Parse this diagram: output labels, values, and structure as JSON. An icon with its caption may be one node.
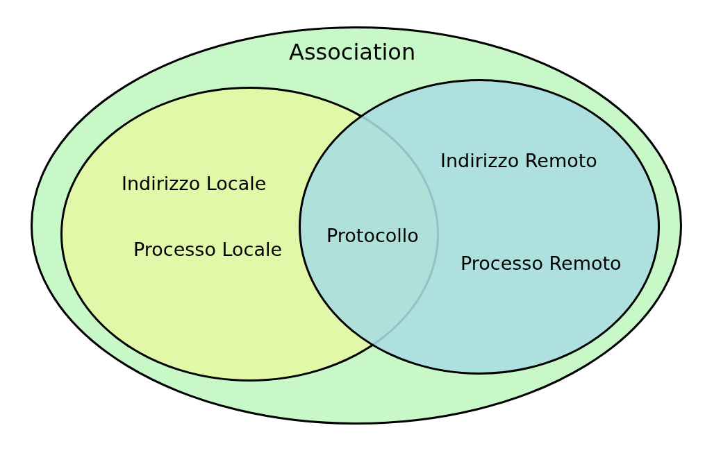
{
  "diagram": {
    "nodes": [
      {
        "text": [
          "Association"
        ]
      },
      {
        "text": [
          "Indirizzo Locale",
          "Processo Locale"
        ],
        "in": 0
      },
      {
        "text": [
          "Indirizzo Remoto",
          "Processo Remoto"
        ],
        "in": 0
      }
    ],
    "labels": [
      "Protocollo"
    ]
  }
}
